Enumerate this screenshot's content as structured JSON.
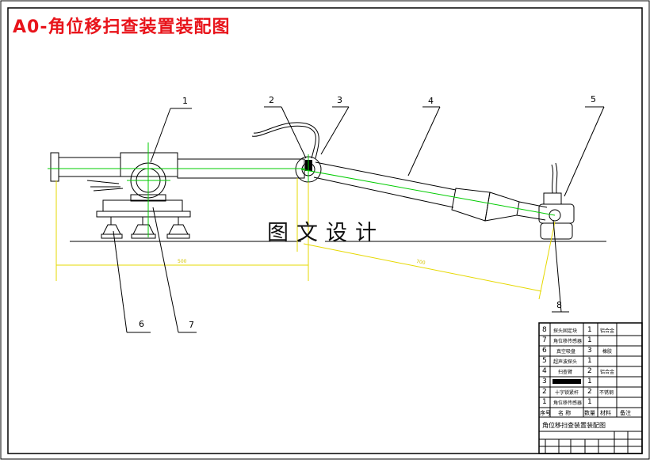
{
  "title": "A0-角位移扫查装置装配图",
  "watermark": "图文设计",
  "part_numbers": [
    "1",
    "2",
    "3",
    "4",
    "5",
    "6",
    "7",
    "8"
  ],
  "dimensions": {
    "dim_1": "500",
    "dim_2": "700"
  },
  "bom": {
    "rows": [
      {
        "no": "8",
        "name": "探头固定块",
        "qty": "1",
        "material": "铝合金"
      },
      {
        "no": "7",
        "name": "角位移传感器",
        "qty": "1",
        "material": ""
      },
      {
        "no": "6",
        "name": "真空吸盘",
        "qty": "3",
        "material": "橡胶"
      },
      {
        "no": "5",
        "name": "超声波探头",
        "qty": "1",
        "material": ""
      },
      {
        "no": "4",
        "name": "扫查臂",
        "qty": "2",
        "material": "铝合金"
      },
      {
        "no": "3",
        "name": "",
        "qty": "1",
        "material": ""
      },
      {
        "no": "2",
        "name": "十字锁紧杆",
        "qty": "2",
        "material": "不锈钢"
      },
      {
        "no": "1",
        "name": "角位移传感器",
        "qty": "1",
        "material": ""
      }
    ],
    "header": {
      "no": "序号",
      "name": "名 称",
      "qty": "数量",
      "material": "材料",
      "remark": "备注"
    },
    "drawing_title": "角位移扫查装置装配图"
  },
  "colors": {
    "title": "#e8141b",
    "centerline": "#00cc00",
    "dimension": "#e6d800",
    "ink": "#000000"
  }
}
